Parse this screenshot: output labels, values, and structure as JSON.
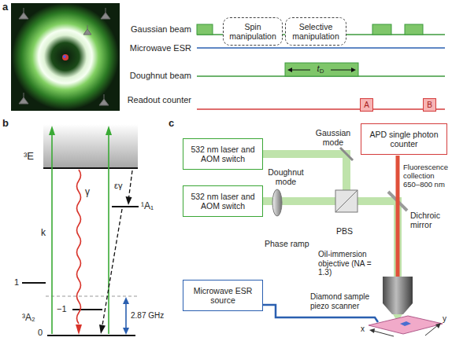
{
  "diagram": {
    "nodes": [
      {
        "text": [
          "Spin manipulation"
        ]
      },
      {
        "text": [
          "Selective manipulation"
        ]
      },
      {
        "text": [
          "A"
        ]
      },
      {
        "text": [
          "B"
        ]
      },
      {
        "text": [
          "APD single photon counter"
        ]
      },
      {
        "text": [
          "532 nm laser and AOM switch"
        ]
      },
      {
        "text": [
          "532 nm laser and AOM switch"
        ]
      },
      {
        "text": [
          "Microwave ESR source"
        ]
      }
    ],
    "labels": [
      "a",
      "Gaussian beam",
      "Microwave ESR",
      "Doughnut beam",
      "Readout counter",
      "tD",
      "b",
      "³E",
      "¹A₁",
      "εγ",
      "γ",
      "k",
      "1",
      "−1",
      "³A₂",
      "0",
      "2.87 GHz",
      "c",
      "Gaussian mode",
      "Doughnut mode",
      "Phase ramp",
      "PBS",
      "Dichroic mirror",
      "Fluorescence collection 650–800 nm",
      "Oil-immersion objective (NA = 1.3)",
      "Diamond sample piezo scanner",
      "x",
      "y"
    ]
  }
}
